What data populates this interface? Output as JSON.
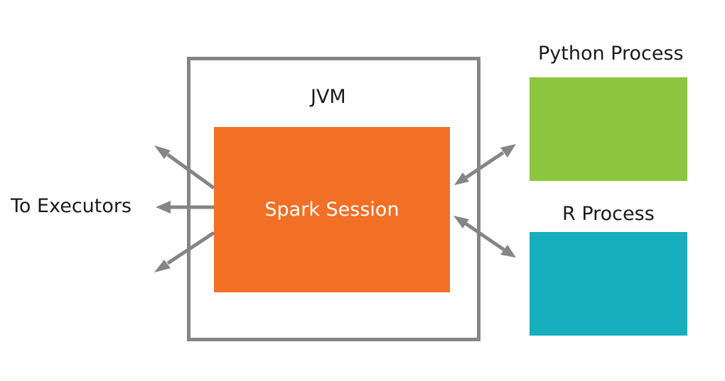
{
  "jvm": {
    "label": "JVM",
    "border_color": "#858585"
  },
  "spark_session": {
    "label": "Spark Session",
    "color": "#f26f26"
  },
  "executors": {
    "label": "To Executors"
  },
  "python_process": {
    "label": "Python Process",
    "color": "#8dc63f"
  },
  "r_process": {
    "label": "R Process",
    "color": "#17afbf"
  },
  "arrow_color": "#858585"
}
